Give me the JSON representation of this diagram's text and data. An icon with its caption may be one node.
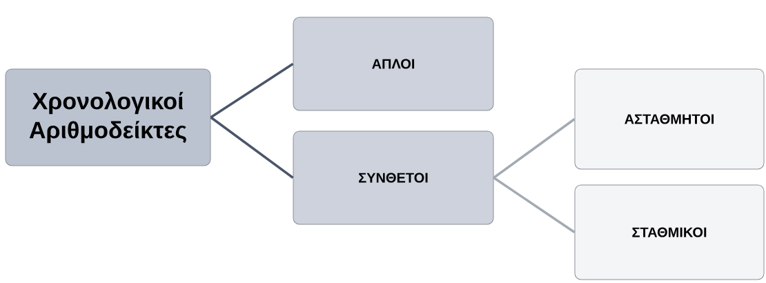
{
  "diagram": {
    "nodes": [
      {
        "text": [
          "Χρονολογικοί Αριθμοδείκτες"
        ]
      },
      {
        "text": [
          "ΑΠΛΟΙ"
        ]
      },
      {
        "text": [
          "ΣΥΝΘΕΤΟΙ"
        ]
      },
      {
        "text": [
          "ΑΣΤΑΘΜΗΤΟΙ"
        ]
      },
      {
        "text": [
          "ΣΤΑΘΜΙΚΟΙ"
        ]
      }
    ],
    "edges": [
      {
        "from": 0,
        "to": 1,
        "arrow": "none"
      },
      {
        "from": 0,
        "to": 2,
        "arrow": "none"
      },
      {
        "from": 2,
        "to": 3,
        "arrow": "none",
        "color": "#a3aab3"
      },
      {
        "from": 2,
        "to": 4,
        "arrow": "none",
        "color": "#a3aab3"
      }
    ]
  }
}
